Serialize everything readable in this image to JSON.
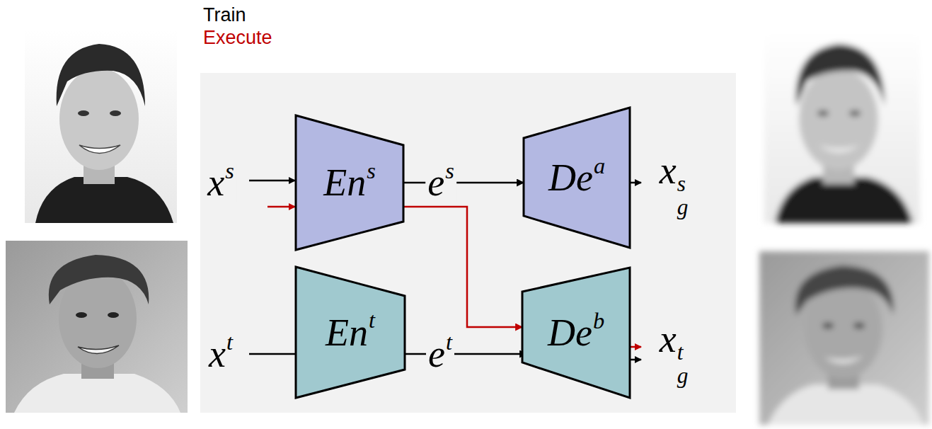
{
  "diagram": {
    "nodes": [
      {
        "text": [
          "En^s"
        ]
      },
      {
        "text": [
          "De^a"
        ]
      },
      {
        "text": [
          "En^t"
        ]
      },
      {
        "text": [
          "De^b"
        ]
      }
    ],
    "edges": [
      {
        "from": 0,
        "to": 1,
        "arrow": "to"
      },
      {
        "from": 0,
        "to": 3,
        "arrow": "to"
      },
      {
        "from": 2,
        "to": 3,
        "arrow": "to"
      }
    ],
    "labels": [
      "Train",
      "Execute",
      "x^s",
      "e^s",
      "x_g^s",
      "x^t",
      "e^t",
      "x_g^t"
    ]
  }
}
